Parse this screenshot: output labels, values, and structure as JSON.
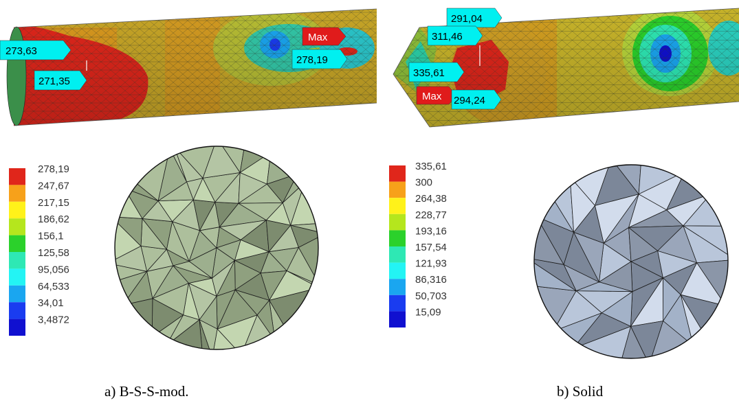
{
  "panel_a": {
    "caption": "a) B-S-S-mod.",
    "probes": [
      "273,63",
      "271,35",
      "278,19"
    ],
    "max_label": "Max",
    "legend": [
      "278,19",
      "247,67",
      "217,15",
      "186,62",
      "156,1",
      "125,58",
      "95,056",
      "64,533",
      "34,01",
      "3,4872"
    ]
  },
  "panel_b": {
    "caption": "b) Solid",
    "probes": [
      "291,04",
      "311,46",
      "335,61",
      "294,24"
    ],
    "max_label": "Max",
    "legend": [
      "335,61",
      "300",
      "264,38",
      "228,77",
      "193,16",
      "157,54",
      "121,93",
      "86,316",
      "50,703",
      "15,09"
    ]
  },
  "legend_colors": [
    "#e0261b",
    "#f7a11a",
    "#fff21a",
    "#b5e61d",
    "#2bd12b",
    "#2ee8b4",
    "#23f4f4",
    "#1aa6f0",
    "#1a3cf0",
    "#1010d0"
  ],
  "colors": {
    "probe_tag": "#00f0f0",
    "max_tag": "#e01b1b",
    "mesh_a": "#9daf8e",
    "mesh_b": "#a3b2c8"
  }
}
